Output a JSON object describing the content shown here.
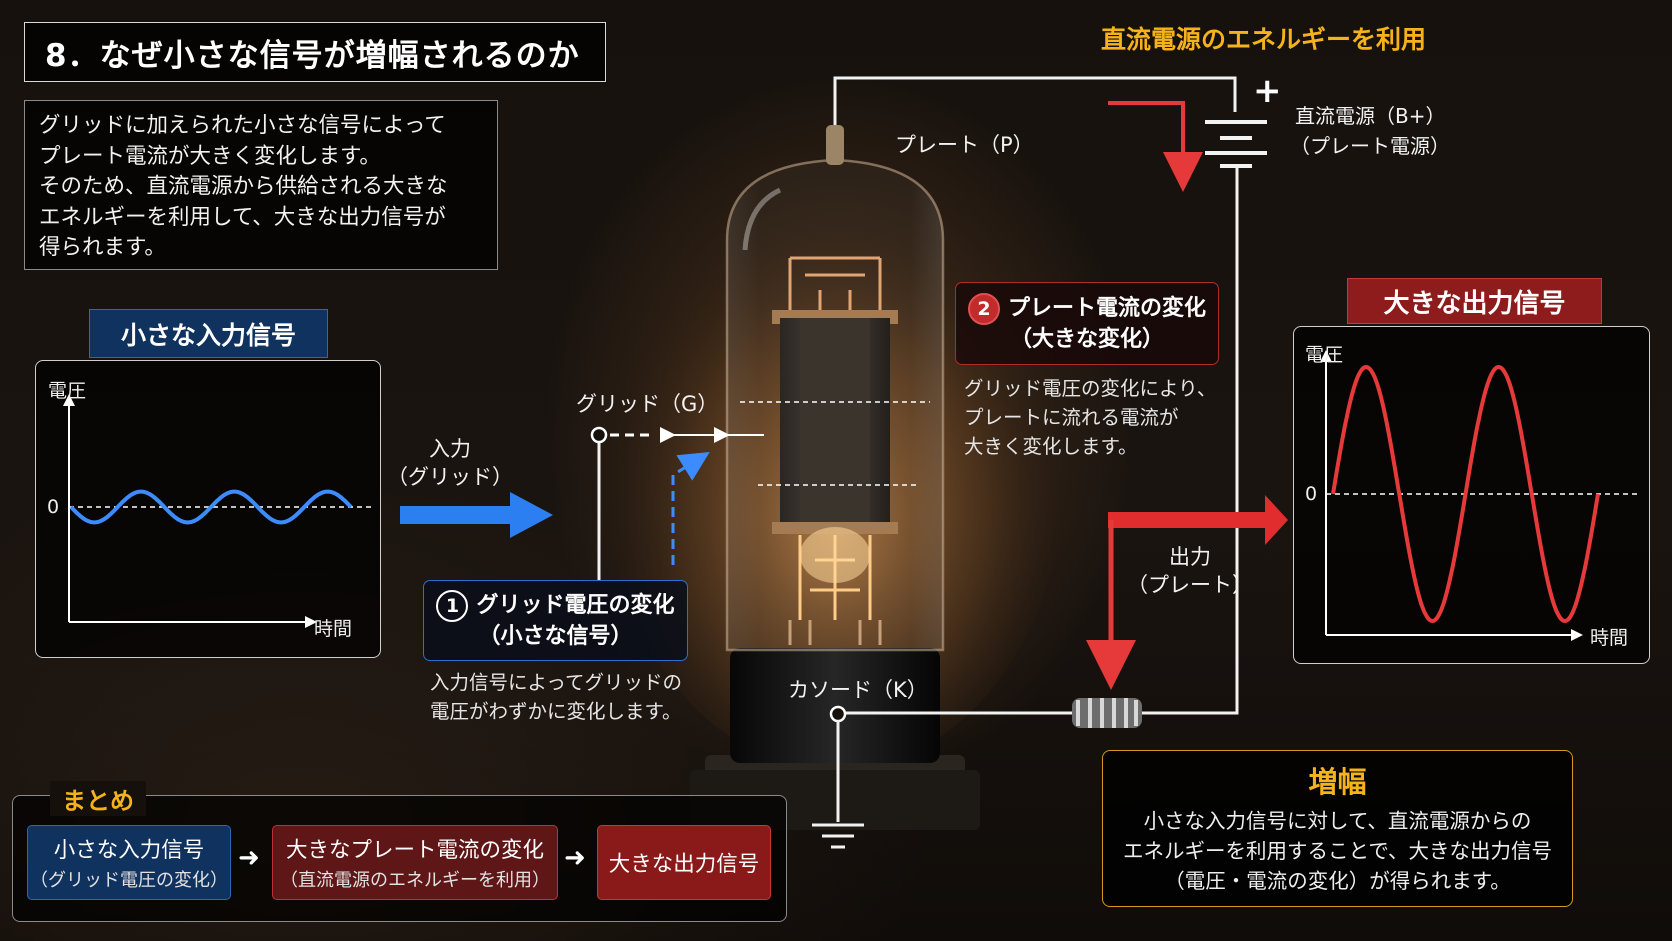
{
  "title": "8．なぜ小さな信号が増幅されるのか",
  "intro": {
    "lines": [
      "グリッドに加えられた小さな信号によって",
      "プレート電流が大きく変化します。",
      "そのため、直流電源から供給される大きな",
      "エネルギーを利用して、大きな出力信号が",
      "得られます。"
    ]
  },
  "energy_title": "直流電源のエネルギーを利用",
  "power_supply": {
    "plus": "+",
    "label_1": "直流電源（B+）",
    "label_2": "（プレート電源）"
  },
  "input_graph": {
    "tag": "小さな入力信号",
    "ylabel": "電圧",
    "xlabel": "時間",
    "zero": "0",
    "wave_color": "#3c8cff",
    "cycles": 3,
    "relative_amplitude": 0.14
  },
  "output_graph": {
    "tag": "大きな出力信号",
    "ylabel": "電圧",
    "xlabel": "時間",
    "zero": "0",
    "wave_color": "#e63a3a",
    "cycles": 2,
    "relative_amplitude": 0.92
  },
  "input_arrow": {
    "line1": "入力",
    "line2": "（グリッド）"
  },
  "output_arrow": {
    "line1": "出力",
    "line2": "（プレート）"
  },
  "tube": {
    "plate_label": "プレート（P）",
    "grid_label": "グリッド（G）",
    "cathode_label": "カソード（K）"
  },
  "step1": {
    "number": "1",
    "line1": "グリッド電圧の変化",
    "line2": "（小さな信号）",
    "desc": [
      "入力信号によってグリッドの",
      "電圧がわずかに変化します。"
    ]
  },
  "step2": {
    "number": "2",
    "line1": "プレート電流の変化",
    "line2": "（大きな変化）",
    "desc": [
      "グリッド電圧の変化により、",
      "プレートに流れる電流が",
      "大きく変化します。"
    ]
  },
  "amplification": {
    "title": "増幅",
    "lines": [
      "小さな入力信号に対して、直流電源からの",
      "エネルギーを利用することで、大きな出力信号",
      "（電圧・電流の変化）が得られます。"
    ]
  },
  "summary": {
    "title": "まとめ",
    "chips": [
      {
        "main": "小さな入力信号",
        "sub": "（グリッド電圧の変化）"
      },
      {
        "main": "大きなプレート電流の変化",
        "sub": "（直流電源のエネルギーを利用）"
      },
      {
        "main": "大きな出力信号",
        "sub": ""
      }
    ],
    "arrow": "➜"
  },
  "colors": {
    "accent_gold": "#f6b21a",
    "signal_blue": "#3c8cff",
    "signal_red": "#e63a3a"
  }
}
